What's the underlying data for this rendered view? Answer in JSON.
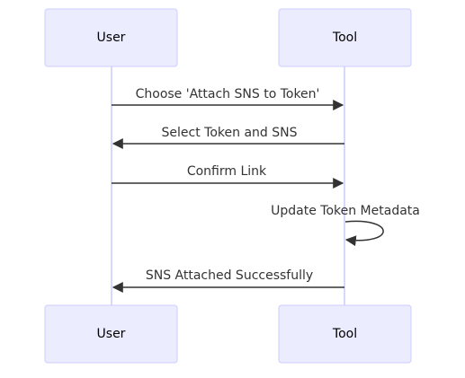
{
  "participants": [
    {
      "id": "user",
      "label": "User"
    },
    {
      "id": "tool",
      "label": "Tool"
    }
  ],
  "messages": [
    {
      "from": "user",
      "to": "tool",
      "text": "Choose 'Attach SNS to Token'"
    },
    {
      "from": "tool",
      "to": "user",
      "text": "Select Token and SNS"
    },
    {
      "from": "user",
      "to": "tool",
      "text": "Confirm Link"
    },
    {
      "from": "tool",
      "to": "tool",
      "text": "Update Token Metadata"
    },
    {
      "from": "tool",
      "to": "user",
      "text": "SNS Attached Successfully"
    }
  ],
  "colors": {
    "actor_fill": "#ECECFF",
    "actor_border": "#CCCCFF",
    "lifeline": "#CCCCFF",
    "message_line": "#333333"
  }
}
